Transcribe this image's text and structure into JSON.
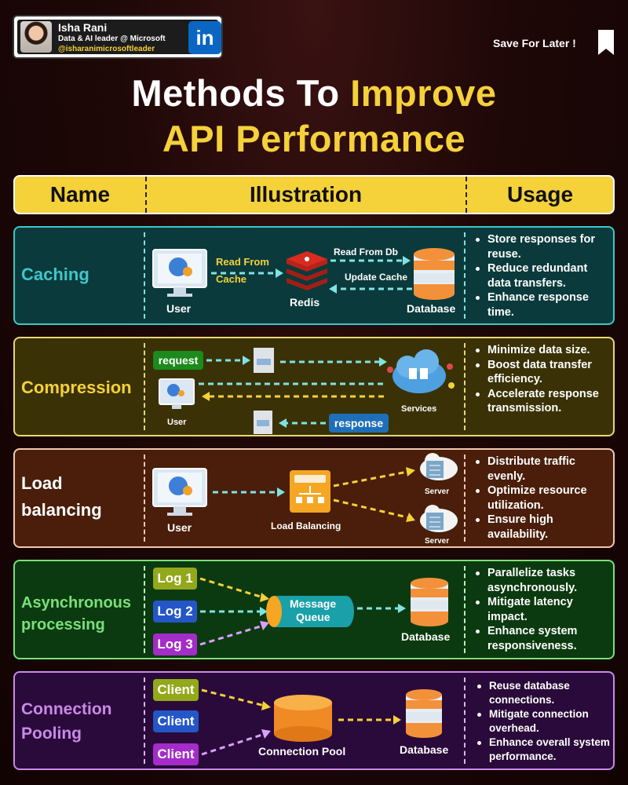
{
  "profile": {
    "name": "Isha Rani",
    "title": "Data & AI leader @ Microsoft",
    "handle": "@isharanimicrosoftleader",
    "linkedin": "in"
  },
  "save_label": "Save For Later !",
  "title": {
    "line1_white": "Methods To ",
    "line1_yellow": "Improve",
    "line2": "API Performance"
  },
  "columns": [
    "Name",
    "Illustration",
    "Usage"
  ],
  "rows": [
    {
      "name": "Caching",
      "labels": [
        "Read From",
        "Cache",
        "Read From Db",
        "Update Cache",
        "User",
        "Redis",
        "Database"
      ],
      "usage": [
        "Store responses for reuse.",
        "Reduce redundant data transfers.",
        "Enhance response time."
      ]
    },
    {
      "name": "Compression",
      "labels": [
        "request",
        "User",
        "Services",
        "response"
      ],
      "usage": [
        "Minimize data size.",
        "Boost data transfer efficiency.",
        "Accelerate response transmission."
      ]
    },
    {
      "name_line1": "Load",
      "name_line2": "balancing",
      "labels": [
        "User",
        "Load Balancing",
        "Server",
        "Server"
      ],
      "usage": [
        "Distribute traffic evenly.",
        "Optimize resource utilization.",
        "Ensure high availability."
      ]
    },
    {
      "name_line1": "Asynchronous",
      "name_line2": "processing",
      "labels": [
        "Log 1",
        "Log 2",
        "Log 3",
        "Message",
        "Queue",
        "Database"
      ],
      "usage": [
        "Parallelize tasks asynchronously.",
        "Mitigate latency impact.",
        "Enhance system responsiveness."
      ]
    },
    {
      "name_line1": "Connection",
      "name_line2": "Pooling",
      "labels": [
        "Client",
        "Client",
        "Client",
        "Connection Pool",
        "Database"
      ],
      "usage": [
        "Reuse database connections.",
        "Mitigate connection overhead.",
        "Enhance overall system performance."
      ]
    }
  ],
  "colors": {
    "accent_yellow": "#f5d13a",
    "caching": "#0b3a3c",
    "compression": "#3a3206",
    "load_balancing": "#4a1e0a",
    "async": "#0c3a10",
    "pooling": "#2a0a3a"
  }
}
